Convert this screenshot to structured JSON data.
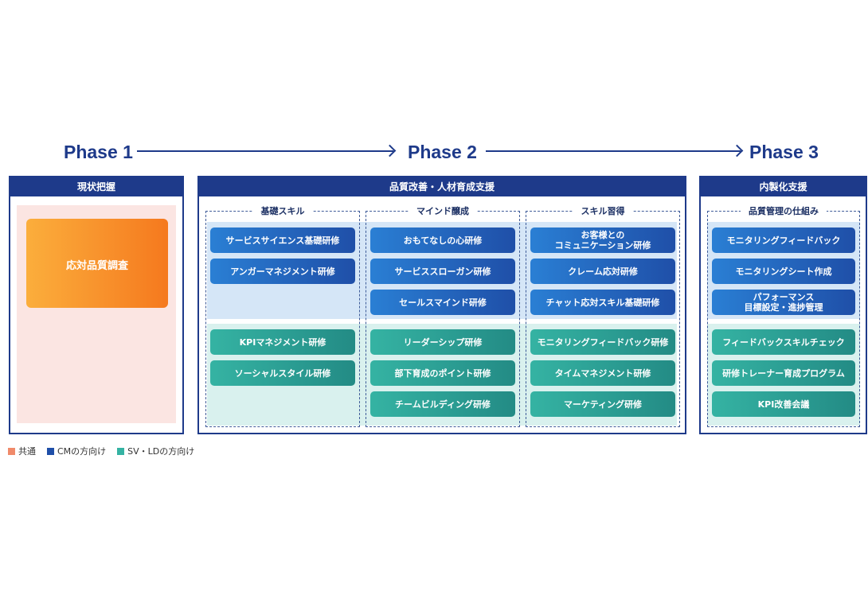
{
  "phases": [
    "Phase 1",
    "Phase 2",
    "Phase 3"
  ],
  "panels": {
    "p1": {
      "title": "現状把握",
      "orange_label": "応対品質調査"
    },
    "p2": {
      "title": "品質改善・人材育成支援",
      "groups": [
        {
          "title": "基礎スキル",
          "blue": [
            "サービスサイエンス基礎研修",
            "アンガーマネジメント研修"
          ],
          "teal": [
            "KPIマネジメント研修",
            "ソーシャルスタイル研修"
          ]
        },
        {
          "title": "マインド醸成",
          "blue": [
            "おもてなしの心研修",
            "サービススローガン研修",
            "セールスマインド研修"
          ],
          "teal": [
            "リーダーシップ研修",
            "部下育成のポイント研修",
            "チームビルディング研修"
          ]
        },
        {
          "title": "スキル習得",
          "blue": [
            "お客様との\nコミュニケーション研修",
            "クレーム応対研修",
            "チャット応対スキル基礎研修"
          ],
          "teal": [
            "モニタリングフィードバック研修",
            "タイムマネジメント研修",
            "マーケティング研修"
          ]
        }
      ]
    },
    "p3": {
      "title": "内製化支援",
      "groups": [
        {
          "title": "品質管理の仕組み",
          "blue": [
            "モニタリングフィードバック",
            "モニタリングシート作成",
            "パフォーマンス\n目標設定・進捗管理"
          ],
          "teal": [
            "フィードバックスキルチェック",
            "研修トレーナー育成プログラム",
            "KPI改善会議"
          ]
        }
      ]
    }
  },
  "legend": [
    {
      "label": "共通",
      "color": "#f08a6a"
    },
    {
      "label": "CMの方向け",
      "color": "#1f4fa8"
    },
    {
      "label": "SV・LDの方向け",
      "color": "#35b3a3"
    }
  ]
}
